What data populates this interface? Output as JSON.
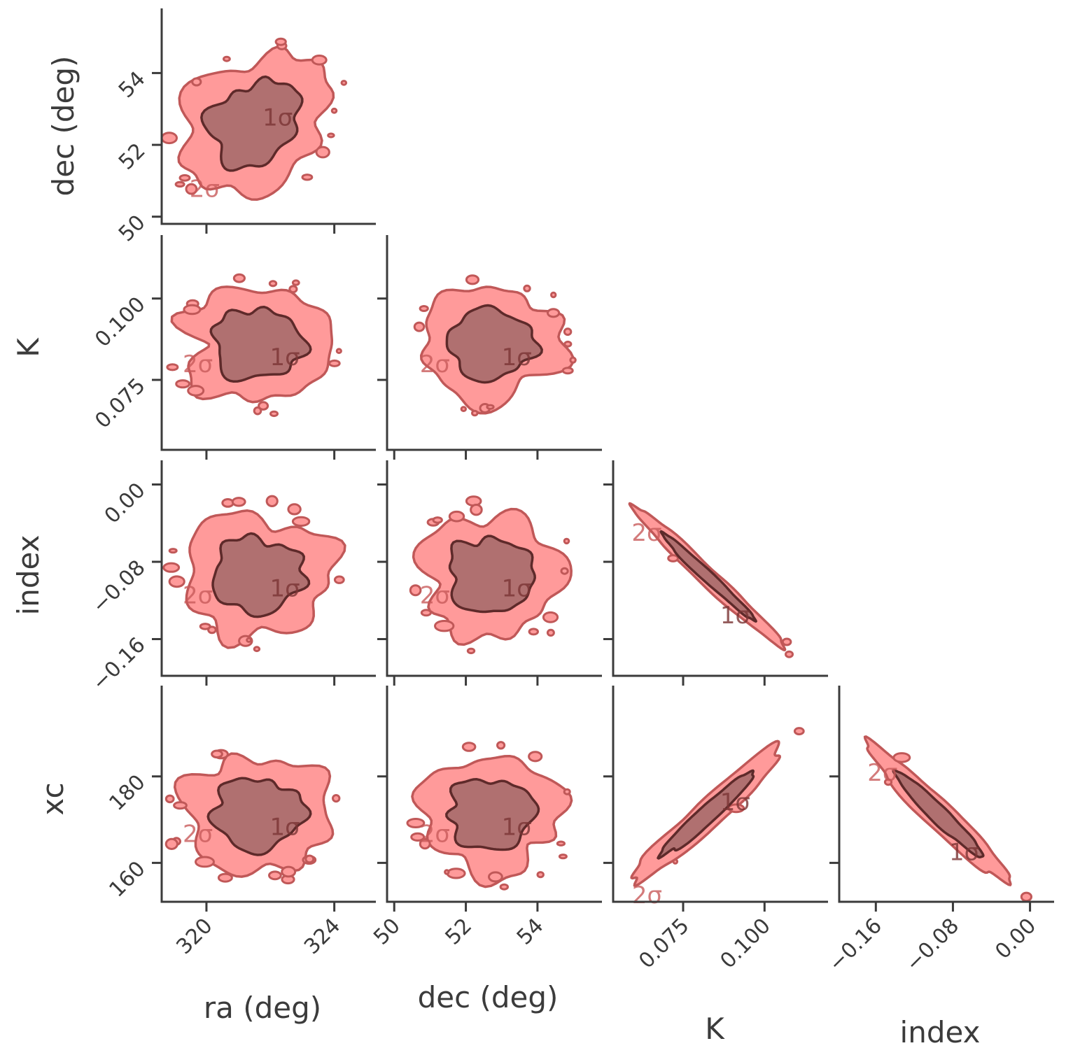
{
  "chart_data": {
    "type": "corner",
    "parameters": [
      "ra (deg)",
      "dec (deg)",
      "K",
      "index",
      "xc"
    ],
    "ranges": {
      "ra": [
        318.6,
        325.3
      ],
      "dec": [
        49.8,
        55.8
      ],
      "K": [
        0.0535,
        0.1195
      ],
      "index": [
        -0.198,
        0.025
      ],
      "xc": [
        151,
        201
      ]
    },
    "ticks": {
      "ra": [
        320,
        324
      ],
      "dec": [
        50,
        52,
        54
      ],
      "K": [
        0.075,
        0.1
      ],
      "index": [
        -0.16,
        -0.08,
        0.0
      ],
      "xc": [
        160,
        180
      ]
    },
    "tick_labels": {
      "ra": [
        "320",
        "324"
      ],
      "dec": [
        "50",
        "52",
        "54"
      ],
      "K": [
        "0.075",
        "0.100"
      ],
      "index": [
        "−0.16",
        "−0.08",
        "0.00"
      ],
      "xc": [
        "160",
        "180"
      ]
    },
    "row_labels": [
      "dec (deg)",
      "K",
      "index",
      "xc"
    ],
    "col_labels": [
      "ra (deg)",
      "dec (deg)",
      "K",
      "index"
    ],
    "contour_levels": [
      "1σ",
      "2σ"
    ],
    "colors": {
      "outer_fill": "#ff9a9a",
      "outer_edge": "#c05858",
      "inner_fill": "#b07070",
      "inner_edge": "#5e2a2a",
      "axis": "#3b3b3b"
    },
    "panels": [
      {
        "row": 0,
        "col": 0,
        "x": "ra",
        "y": "dec",
        "cx": 321.5,
        "cy": 52.6,
        "sx": 0.95,
        "sy": 0.8,
        "rho": 0.25
      },
      {
        "row": 1,
        "col": 0,
        "x": "ra",
        "y": "K",
        "cx": 321.6,
        "cy": 0.086,
        "sx": 0.95,
        "sy": 0.0072,
        "rho": 0.0
      },
      {
        "row": 1,
        "col": 1,
        "x": "dec",
        "y": "K",
        "cx": 52.7,
        "cy": 0.086,
        "sx": 0.8,
        "sy": 0.0072,
        "rho": 0.0
      },
      {
        "row": 2,
        "col": 0,
        "x": "ra",
        "y": "index",
        "cx": 321.6,
        "cy": -0.094,
        "sx": 0.95,
        "sy": 0.026,
        "rho": 0.0
      },
      {
        "row": 2,
        "col": 1,
        "x": "dec",
        "y": "index",
        "cx": 52.7,
        "cy": -0.094,
        "sx": 0.8,
        "sy": 0.026,
        "rho": 0.0
      },
      {
        "row": 2,
        "col": 2,
        "x": "K",
        "y": "index",
        "cx": 0.0825,
        "cy": -0.095,
        "sx": 0.0095,
        "sy": 0.03,
        "rho": -0.985
      },
      {
        "row": 3,
        "col": 0,
        "x": "ra",
        "y": "xc",
        "cx": 321.6,
        "cy": 171.3,
        "sx": 0.95,
        "sy": 5.5,
        "rho": 0.0
      },
      {
        "row": 3,
        "col": 1,
        "x": "dec",
        "y": "xc",
        "cx": 52.7,
        "cy": 171.3,
        "sx": 0.8,
        "sy": 5.5,
        "rho": 0.0
      },
      {
        "row": 3,
        "col": 2,
        "x": "K",
        "y": "xc",
        "cx": 0.0825,
        "cy": 171.3,
        "sx": 0.0095,
        "sy": 6.5,
        "rho": 0.96
      },
      {
        "row": 3,
        "col": 3,
        "x": "index",
        "y": "xc",
        "cx": -0.095,
        "cy": 171.3,
        "sx": 0.03,
        "sy": 6.5,
        "rho": -0.96
      }
    ]
  }
}
